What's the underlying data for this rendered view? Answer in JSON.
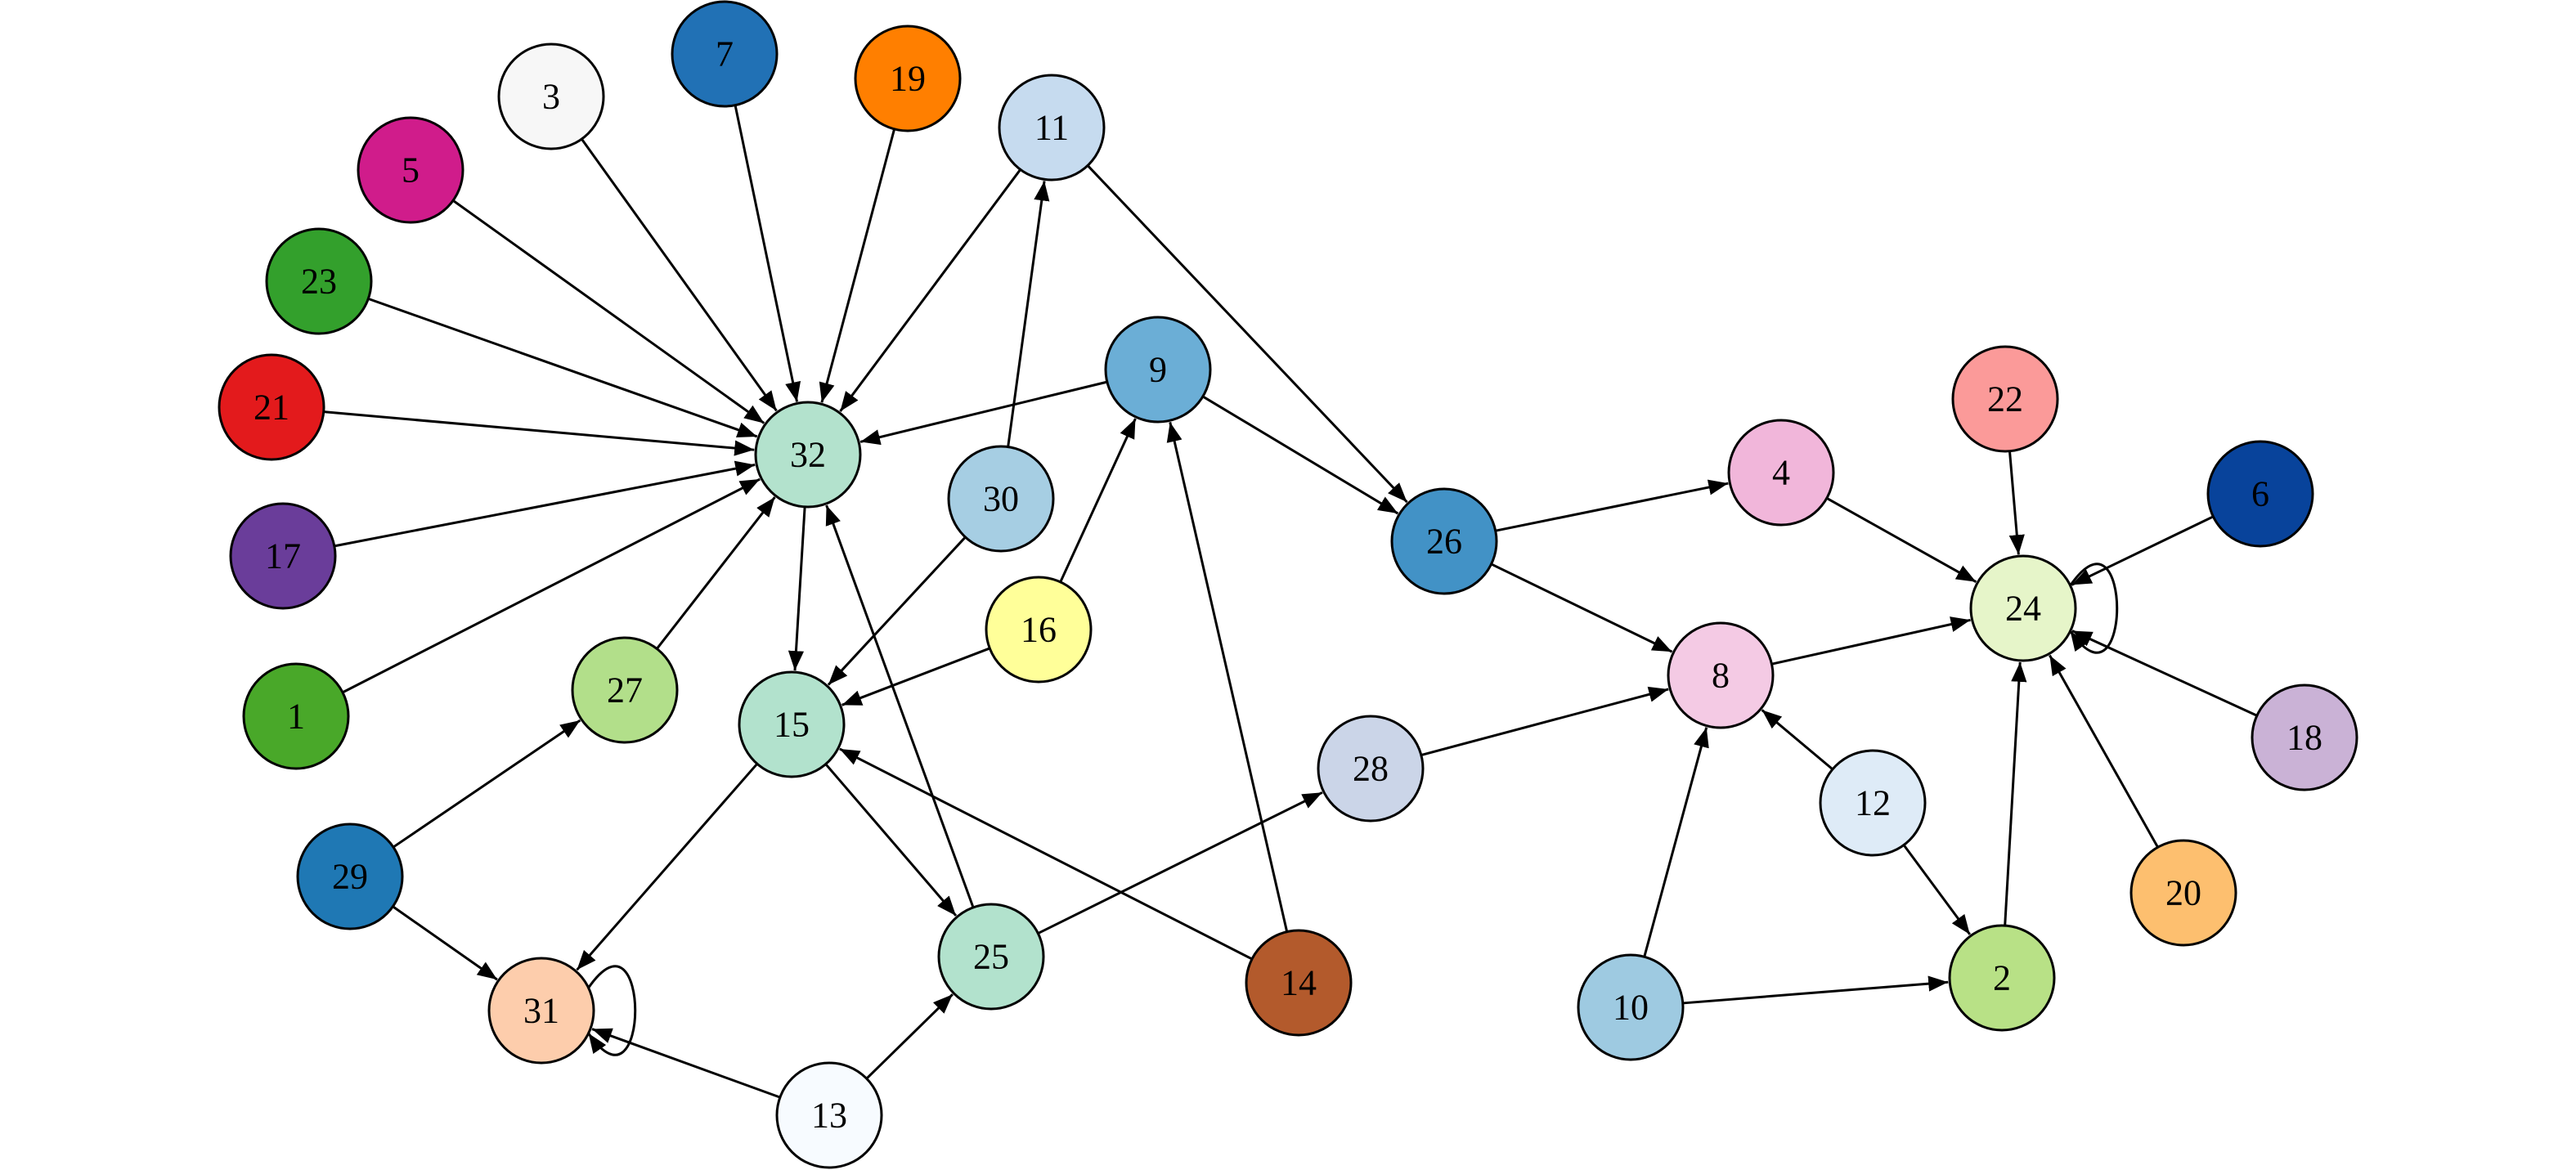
{
  "nodes": [
    {
      "id": "1",
      "color": "#49a829"
    },
    {
      "id": "2",
      "color": "#b8e186"
    },
    {
      "id": "3",
      "color": "#f7f7f7"
    },
    {
      "id": "4",
      "color": "#f1b6da"
    },
    {
      "id": "5",
      "color": "#d01c8b"
    },
    {
      "id": "6",
      "color": "#08439b"
    },
    {
      "id": "7",
      "color": "#2171b5"
    },
    {
      "id": "8",
      "color": "#f4cae4"
    },
    {
      "id": "9",
      "color": "#6baed6"
    },
    {
      "id": "10",
      "color": "#9ecae1"
    },
    {
      "id": "11",
      "color": "#c6dbef"
    },
    {
      "id": "12",
      "color": "#deebf7"
    },
    {
      "id": "13",
      "color": "#f7fbff"
    },
    {
      "id": "14",
      "color": "#b35a2c"
    },
    {
      "id": "15",
      "color": "#b2e2cd"
    },
    {
      "id": "16",
      "color": "#ffff99"
    },
    {
      "id": "17",
      "color": "#6a3d9a"
    },
    {
      "id": "18",
      "color": "#cab2d6"
    },
    {
      "id": "19",
      "color": "#ff7f00"
    },
    {
      "id": "20",
      "color": "#fdbf6f"
    },
    {
      "id": "21",
      "color": "#e31a1c"
    },
    {
      "id": "22",
      "color": "#fb9a99"
    },
    {
      "id": "23",
      "color": "#33a02c"
    },
    {
      "id": "24",
      "color": "#e6f5c9"
    },
    {
      "id": "25",
      "color": "#b2e2cd"
    },
    {
      "id": "26",
      "color": "#4292c6"
    },
    {
      "id": "27",
      "color": "#b2df8a"
    },
    {
      "id": "28",
      "color": "#cbd5e8"
    },
    {
      "id": "29",
      "color": "#1f78b4"
    },
    {
      "id": "30",
      "color": "#a6cee3"
    },
    {
      "id": "31",
      "color": "#fdcdac"
    },
    {
      "id": "32",
      "color": "#b3e2cd"
    }
  ],
  "edges": [
    [
      "1",
      "32"
    ],
    [
      "3",
      "32"
    ],
    [
      "5",
      "32"
    ],
    [
      "7",
      "32"
    ],
    [
      "19",
      "32"
    ],
    [
      "11",
      "32"
    ],
    [
      "23",
      "32"
    ],
    [
      "21",
      "32"
    ],
    [
      "17",
      "32"
    ],
    [
      "9",
      "32"
    ],
    [
      "27",
      "32"
    ],
    [
      "25",
      "32"
    ],
    [
      "32",
      "15"
    ],
    [
      "30",
      "15"
    ],
    [
      "16",
      "15"
    ],
    [
      "14",
      "15"
    ],
    [
      "15",
      "31"
    ],
    [
      "15",
      "25"
    ],
    [
      "30",
      "11"
    ],
    [
      "11",
      "26"
    ],
    [
      "9",
      "26"
    ],
    [
      "16",
      "9"
    ],
    [
      "14",
      "9"
    ],
    [
      "29",
      "27"
    ],
    [
      "29",
      "31"
    ],
    [
      "13",
      "31"
    ],
    [
      "31",
      "31"
    ],
    [
      "13",
      "25"
    ],
    [
      "25",
      "28"
    ],
    [
      "28",
      "8"
    ],
    [
      "26",
      "4"
    ],
    [
      "26",
      "8"
    ],
    [
      "4",
      "24"
    ],
    [
      "8",
      "24"
    ],
    [
      "22",
      "24"
    ],
    [
      "6",
      "24"
    ],
    [
      "18",
      "24"
    ],
    [
      "20",
      "24"
    ],
    [
      "2",
      "24"
    ],
    [
      "24",
      "24"
    ],
    [
      "12",
      "8"
    ],
    [
      "12",
      "2"
    ],
    [
      "10",
      "8"
    ],
    [
      "10",
      "2"
    ]
  ]
}
